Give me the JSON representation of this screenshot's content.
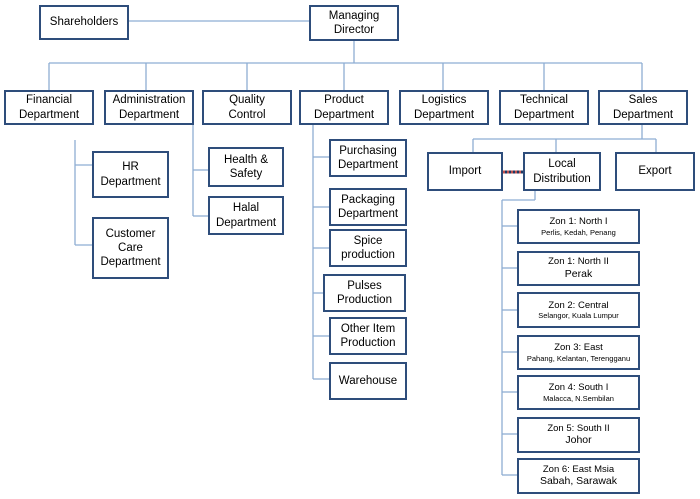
{
  "nodes": {
    "shareholders": "Shareholders",
    "managing_director": [
      "Managing",
      "Director"
    ],
    "financial": [
      "Financial",
      "Department"
    ],
    "administration": [
      "Administration",
      "Department"
    ],
    "quality_control": [
      "Quality",
      "Control"
    ],
    "product": [
      "Product",
      "Department"
    ],
    "logistics": [
      "Logistics",
      "Department"
    ],
    "technical": [
      "Technical",
      "Department"
    ],
    "sales": [
      "Sales",
      "Department"
    ],
    "hr": [
      "HR",
      "Department"
    ],
    "customer_care": [
      "Customer",
      "Care",
      "Department"
    ],
    "health_safety": [
      "Health &",
      "Safety"
    ],
    "halal": [
      "Halal",
      "Department"
    ],
    "purchasing": [
      "Purchasing",
      "Department"
    ],
    "packaging": [
      "Packaging",
      "Department"
    ],
    "spice": [
      "Spice",
      "production"
    ],
    "pulses": [
      "Pulses",
      "Production"
    ],
    "other_item": [
      "Other Item",
      "Production"
    ],
    "warehouse": "Warehouse",
    "import": "Import",
    "local_distribution": [
      "Local",
      "Distribution"
    ],
    "export": "Export"
  },
  "zones": [
    {
      "title": "Zon 1: North I",
      "areas": "Perlis, Kedah, Penang"
    },
    {
      "title": "Zon 1: North II",
      "areas": "Perak"
    },
    {
      "title": "Zon 2: Central",
      "areas": "Selangor, Kuala Lumpur"
    },
    {
      "title": "Zon 3: East",
      "areas": "Pahang, Kelantan, Terengganu"
    },
    {
      "title": "Zon 4: South I",
      "areas": "Malacca, N.Sembilan"
    },
    {
      "title": "Zon 5: South II",
      "areas": "Johor"
    },
    {
      "title": "Zon 6: East Msia",
      "areas": "Sabah, Sarawak"
    }
  ],
  "colors": {
    "box_border": "#2e4d7b",
    "connector": "#8eadd3",
    "dashed_link_a": "#c0504d",
    "dashed_link_b": "#1f3864"
  }
}
